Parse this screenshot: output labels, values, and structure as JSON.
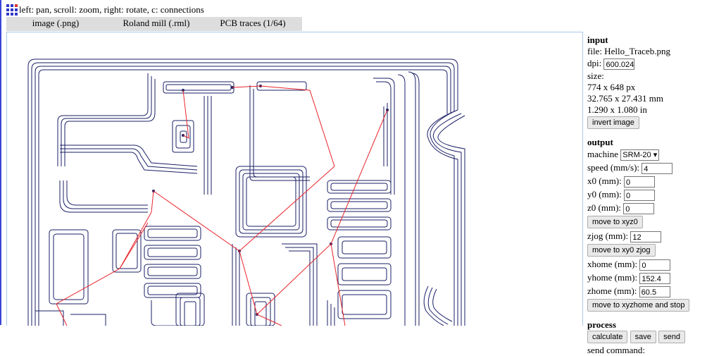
{
  "hint": "left: pan, scroll: zoom, right: rotate, c: connections",
  "modules": [
    "image (.png)",
    "Roland mill (.rml)",
    "PCB traces (1/64)"
  ],
  "input": {
    "heading": "input",
    "file": "file: Hello_Traceb.png",
    "dpi_label": "dpi:",
    "dpi_value": "600.024",
    "size_label": "size:",
    "size_px": "774 x 648 px",
    "size_mm": "32.765 x 27.431 mm",
    "size_in": "1.290 x 1.080 in",
    "invert_button": "invert image"
  },
  "output": {
    "heading": "output",
    "machine_label": "machine",
    "machine_value": "SRM-20",
    "speed_label": "speed (mm/s):",
    "speed_value": "4",
    "x0_label": "x0 (mm):",
    "x0_value": "0",
    "y0_label": "y0 (mm):",
    "y0_value": "0",
    "z0_label": "z0 (mm):",
    "z0_value": "0",
    "move_xyz0_button": "move to xyz0",
    "zjog_label": "zjog (mm):",
    "zjog_value": "12",
    "move_xy0_zjog_button": "move to xy0 zjog",
    "xhome_label": "xhome (mm):",
    "xhome_value": "0",
    "yhome_label": "yhome (mm):",
    "yhome_value": "152.4",
    "zhome_label": "zhome (mm):",
    "zhome_value": "60.5",
    "move_home_button": "move to xyzhome and stop"
  },
  "process": {
    "heading": "process",
    "calculate_button": "calculate",
    "save_button": "save",
    "send_button": "send",
    "send_command_label": "send command:"
  },
  "colors": {
    "trace": "#1a1f66",
    "connection": "#e8232a",
    "tab_bar": "#dddddd",
    "viewer_border": "#a8c8ea"
  }
}
